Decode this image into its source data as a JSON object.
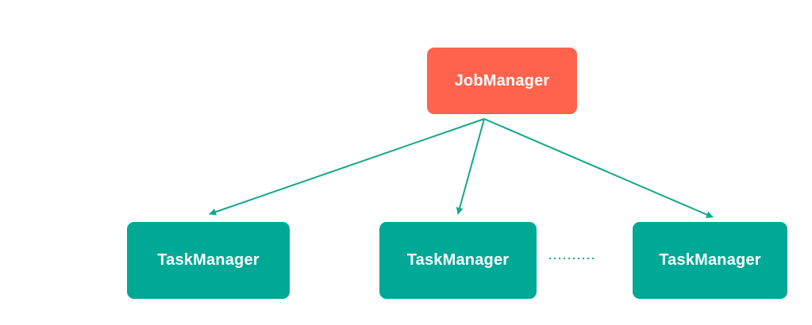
{
  "diagram": {
    "root": {
      "label": "JobManager",
      "color": "#FF634D"
    },
    "workers": [
      {
        "label": "TaskManager",
        "color": "#00A896"
      },
      {
        "label": "TaskManager",
        "color": "#00A896"
      },
      {
        "label": "TaskManager",
        "color": "#00A896"
      }
    ],
    "edge_color": "#14A88A",
    "ellipsis_color": "#14A88A"
  }
}
